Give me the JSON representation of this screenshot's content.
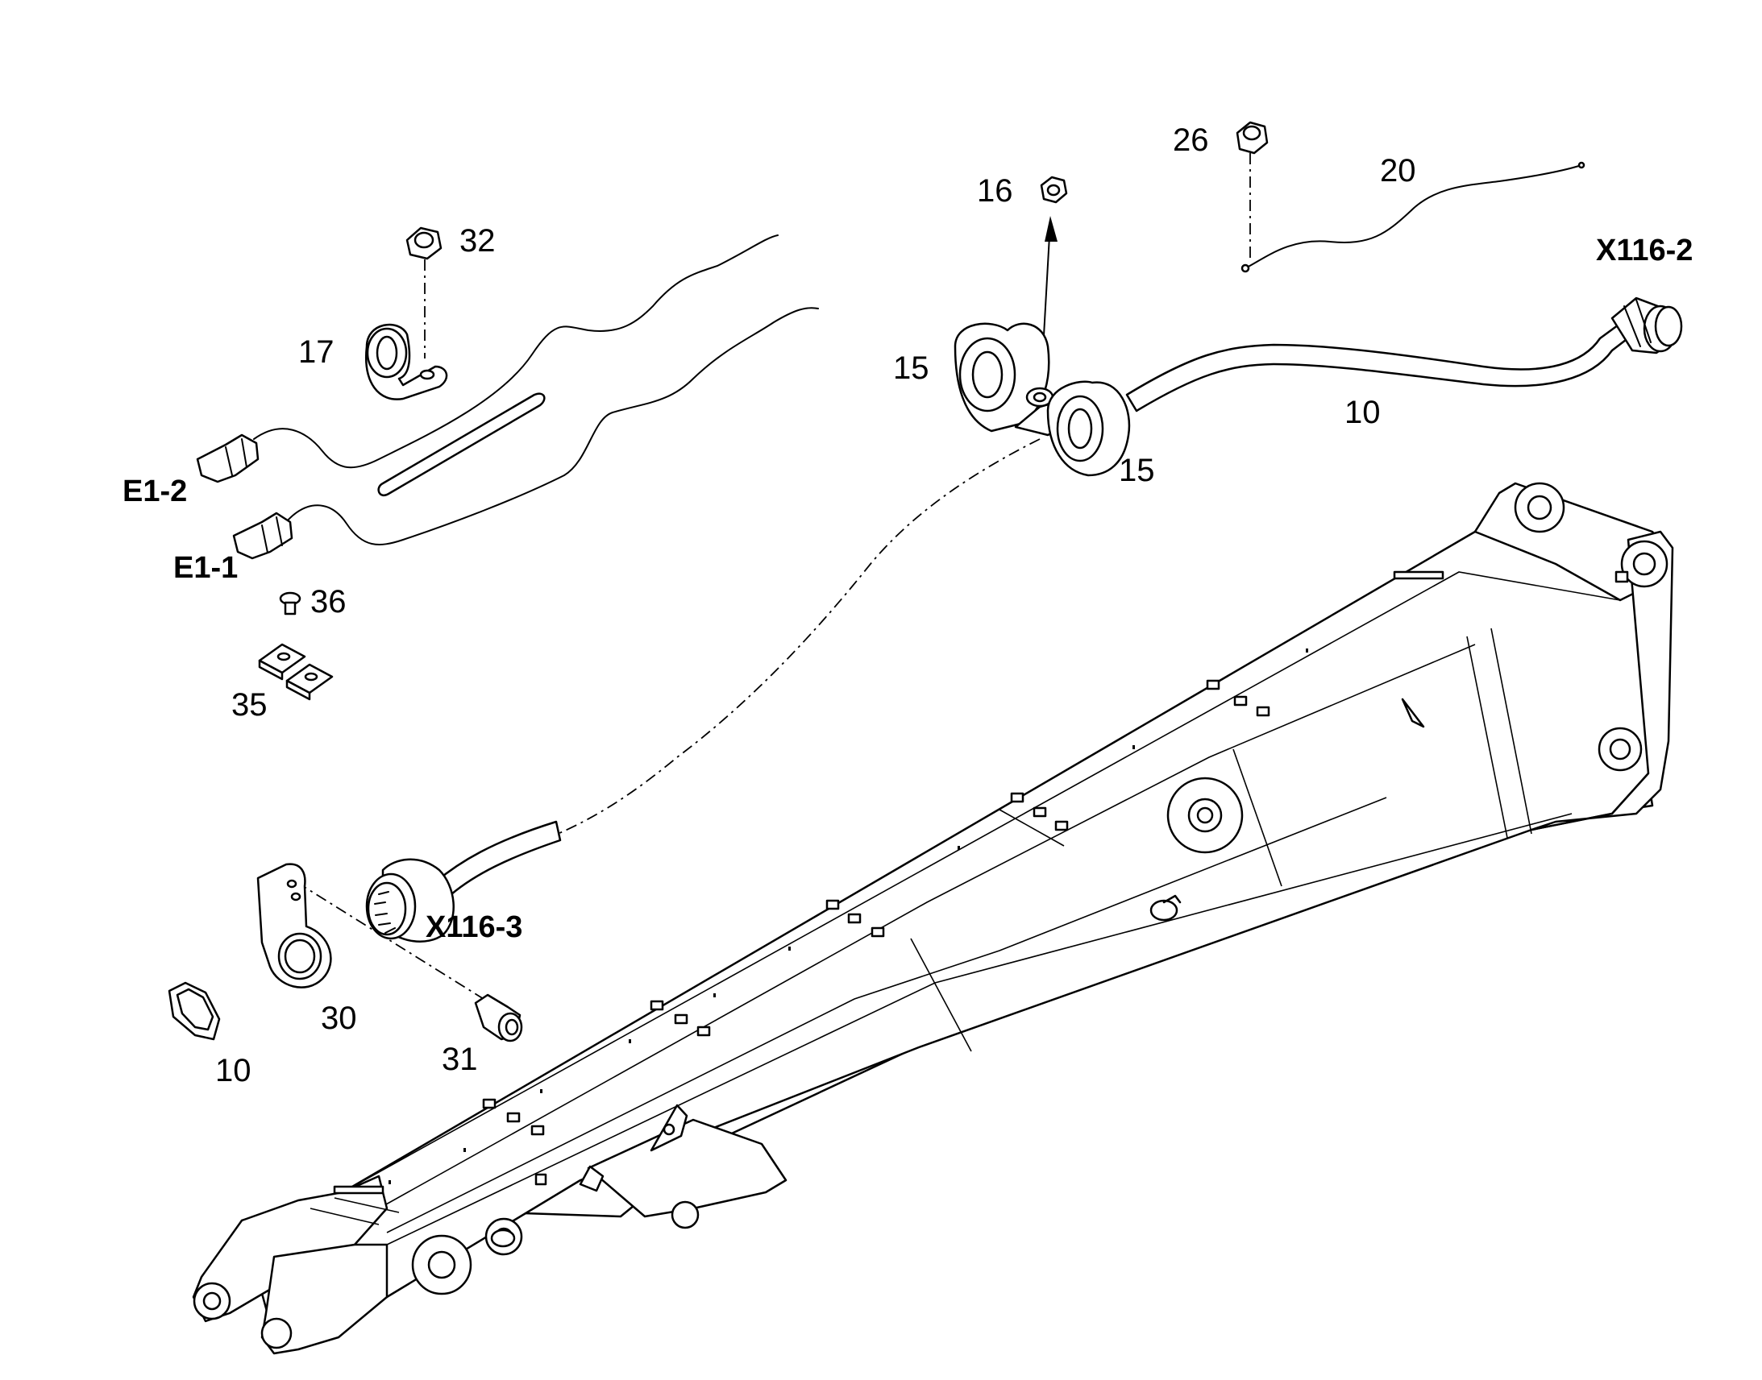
{
  "labels": {
    "part_32": "32",
    "part_17": "17",
    "part_16": "16",
    "part_26": "26",
    "part_20": "20",
    "conn_x116_2": "X116-2",
    "part_15_a": "15",
    "part_15_b": "15",
    "part_10_a": "10",
    "conn_e1_2": "E1-2",
    "conn_e1_1": "E1-1",
    "part_36": "36",
    "part_35": "35",
    "conn_x116_3": "X116-3",
    "part_30": "30",
    "part_31": "31",
    "part_10_b": "10"
  },
  "colors": {
    "line": "#000000",
    "background": "#ffffff"
  }
}
